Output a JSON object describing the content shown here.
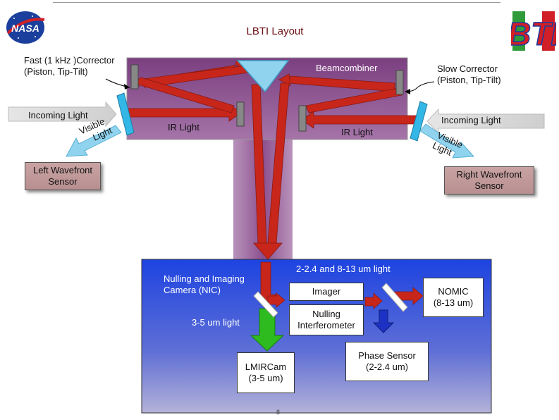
{
  "title": "LBTI Layout",
  "logos": {
    "left": "NASA",
    "right": "BTI"
  },
  "labels": {
    "fast_corrector": [
      "Fast (1 kHz )Corrector",
      "(Piston, Tip-Tilt)"
    ],
    "slow_corrector": [
      "Slow Corrector",
      "(Piston, Tip-Tilt)"
    ],
    "beamcombiner": "Beamcombiner",
    "incoming_light_left": "Incoming Light",
    "incoming_light_right": "Incoming Light",
    "ir_light_left": "IR Light",
    "ir_light_right": "IR Light",
    "visible_light_left": [
      "Visible",
      "Light"
    ],
    "visible_light_right": [
      "Visible",
      "Light"
    ]
  },
  "sensors": {
    "left": [
      "Left Wavefront",
      "Sensor"
    ],
    "right": [
      "Right Wavefront",
      "Sensor"
    ]
  },
  "nic": {
    "title": [
      "Nulling and Imaging",
      "Camera (NIC)"
    ],
    "light_2_13": "2-2.4 and 8-13 um light",
    "light_3_5": "3-5 um light",
    "imager": "Imager",
    "nulling": [
      "Nulling",
      "Interferometer"
    ],
    "nomic": [
      "NOMIC",
      "(8-13 um)"
    ],
    "phase": [
      "Phase Sensor",
      "(2-2.4 um)"
    ],
    "lmircam": [
      "LMIRCam",
      "(3-5 um)"
    ]
  },
  "colors": {
    "structure": "#8c4f8f",
    "beam": "#c8261a",
    "nic_bg_top": "#1d43e0",
    "nic_bg_bottom": "#a9a9d8",
    "sensor": "#c49b9c",
    "title": "#6b0f16",
    "mirror": "#888888",
    "splitter": "#33b7e6",
    "visible_arrow": "#8fd3ef",
    "green_arrow": "#2dbb1f",
    "blue_arrow": "#1d32c4"
  },
  "page_number": "8"
}
